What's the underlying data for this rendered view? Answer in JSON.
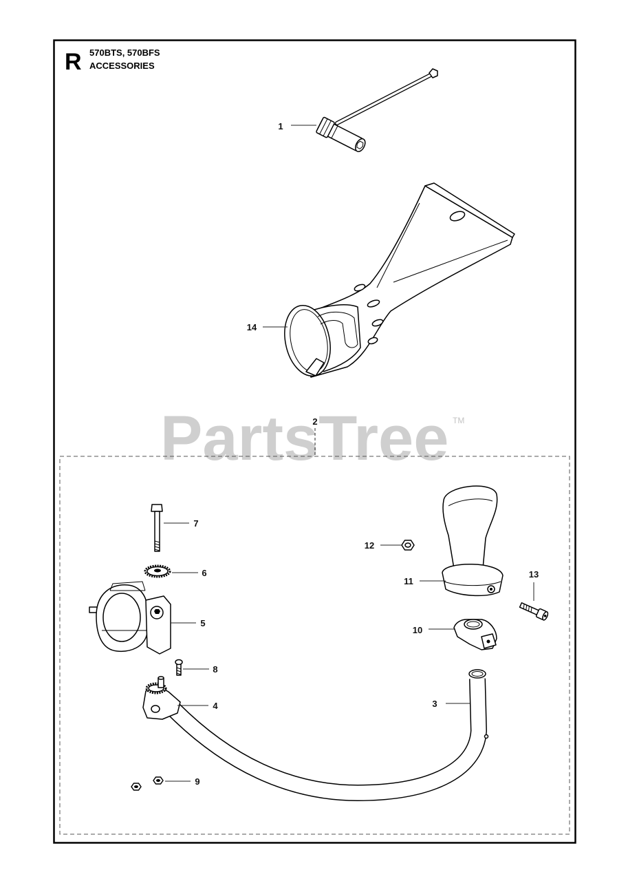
{
  "header": {
    "section_letter": "R",
    "models": "570BTS, 570BFS",
    "title": "ACCESSORIES"
  },
  "watermark": {
    "text": "PartsTree",
    "trademark": "TM"
  },
  "callouts": {
    "p1": "1",
    "p2": "2",
    "p3": "3",
    "p4": "4",
    "p5": "5",
    "p6": "6",
    "p7": "7",
    "p8": "8",
    "p9": "9",
    "p10": "10",
    "p11": "11",
    "p12": "12",
    "p13": "13",
    "p14": "14"
  }
}
